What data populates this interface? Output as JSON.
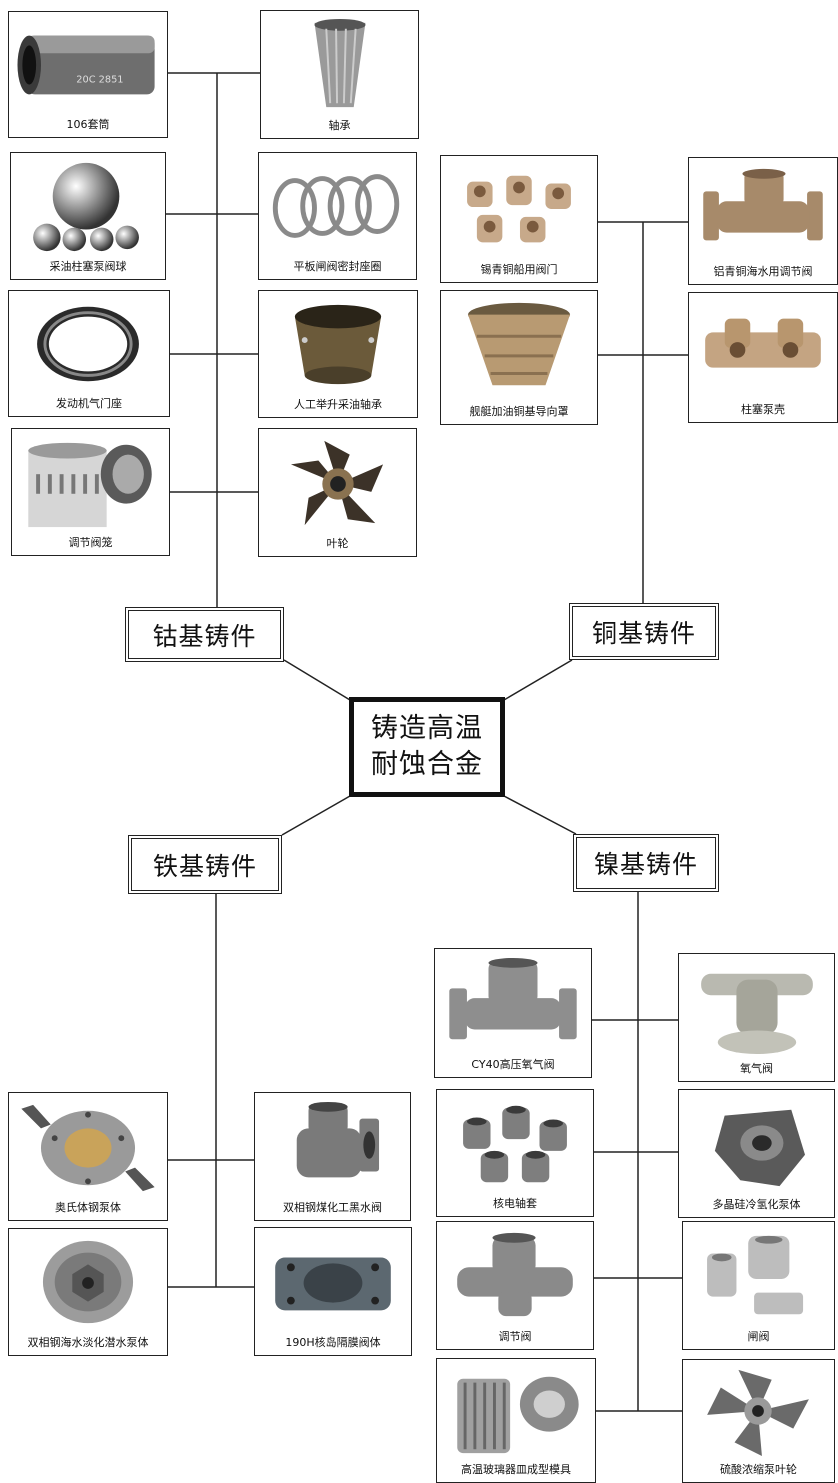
{
  "center": {
    "line1": "铸造高温",
    "line2": "耐蚀合金"
  },
  "categories": {
    "cobalt": "钴基铸件",
    "copper": "铜基铸件",
    "iron": "铁基铸件",
    "nickel": "镍基铸件"
  },
  "cobalt_items": [
    "106套筒",
    "轴承",
    "采油柱塞泵阀球",
    "平板闸阀密封座圈",
    "发动机气门座",
    "人工举升采油轴承",
    "调节阀笼",
    "叶轮"
  ],
  "copper_items": [
    "锡青铜船用阀门",
    "铝青铜海水用调节阀",
    "舰艇加油铜基导向罩",
    "柱塞泵壳"
  ],
  "iron_items": [
    "奥氏体钢泵体",
    "双相钢煤化工黑水阀",
    "双相钢海水淡化潜水泵体",
    "190H核岛隔膜阀体"
  ],
  "nickel_items": [
    "CY40高压氧气阀",
    "氧气阀",
    "核电轴套",
    "多晶硅冷氢化泵体",
    "调节阀",
    "闸阀",
    "高温玻璃器皿成型模具",
    "硫酸浓缩泵叶轮"
  ],
  "image_text": {
    "sleeve_engraving": "20C 2851"
  }
}
